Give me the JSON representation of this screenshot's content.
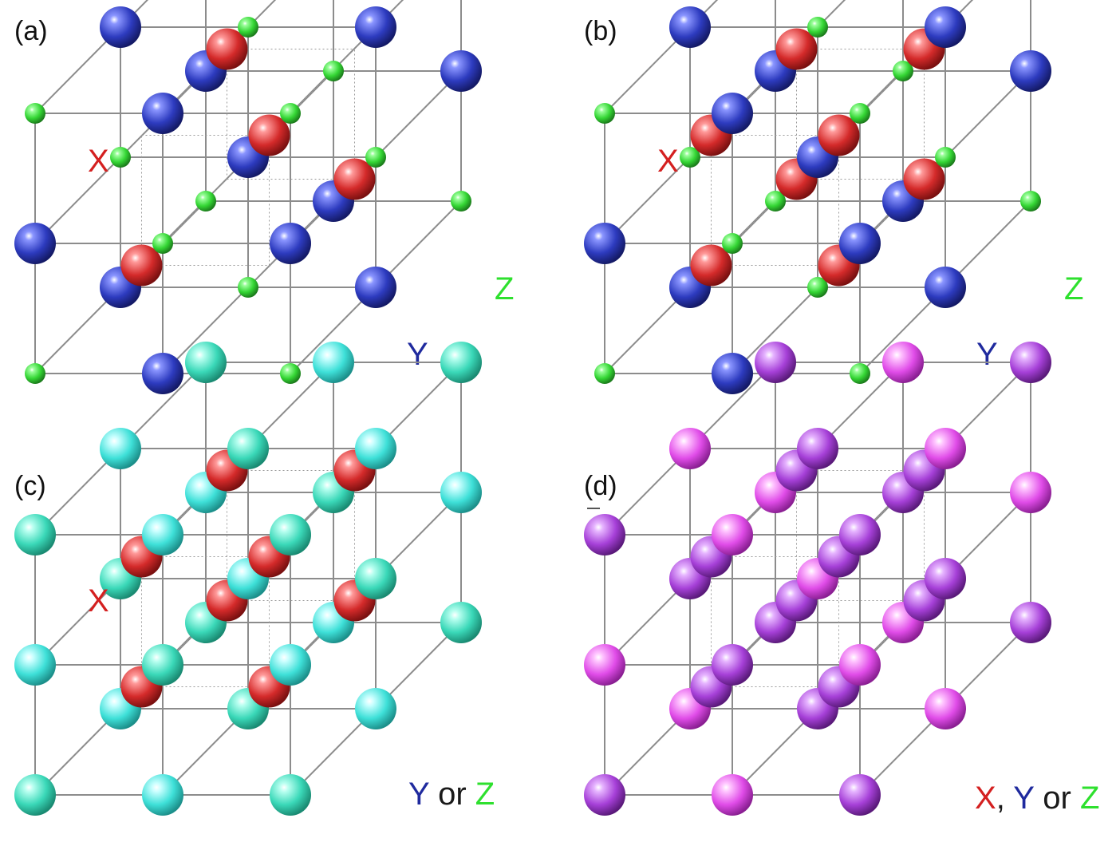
{
  "colors": {
    "x_red": "#d42020",
    "y_blue": "#1f2a9e",
    "z_green": "#2ee02e",
    "cyan_mixed": "#3ee0d8",
    "magenta_mixed": "#dd44e8",
    "lattice_line": "#8c8c8c"
  },
  "panels": [
    {
      "label": "(a)",
      "sites": [
        {
          "text": "X",
          "color": "#d42020"
        },
        {
          "text": "Y",
          "color": "#1f2a9e"
        },
        {
          "text": "Z",
          "color": "#2ee02e"
        }
      ]
    },
    {
      "label": "(b)",
      "sites": [
        {
          "text": "X",
          "color": "#d42020"
        },
        {
          "text": "Y",
          "color": "#1f2a9e"
        },
        {
          "text": "Z",
          "color": "#2ee02e"
        }
      ]
    },
    {
      "label": "(c)",
      "sites": [
        {
          "text": "X",
          "color": "#d42020"
        }
      ],
      "legend": [
        {
          "text": "Y",
          "color": "#1f2a9e"
        },
        {
          "text": " or ",
          "color": "#1a1a1a"
        },
        {
          "text": "Z",
          "color": "#2ee02e"
        }
      ]
    },
    {
      "label": "(d)",
      "legend": [
        {
          "text": "X",
          "color": "#d42020"
        },
        {
          "text": ",",
          "color": "#1a1a1a"
        },
        {
          "text": " Y",
          "color": "#1f2a9e"
        },
        {
          "text": " or ",
          "color": "#1a1a1a"
        },
        {
          "text": "Z",
          "color": "#2ee02e"
        }
      ]
    }
  ]
}
